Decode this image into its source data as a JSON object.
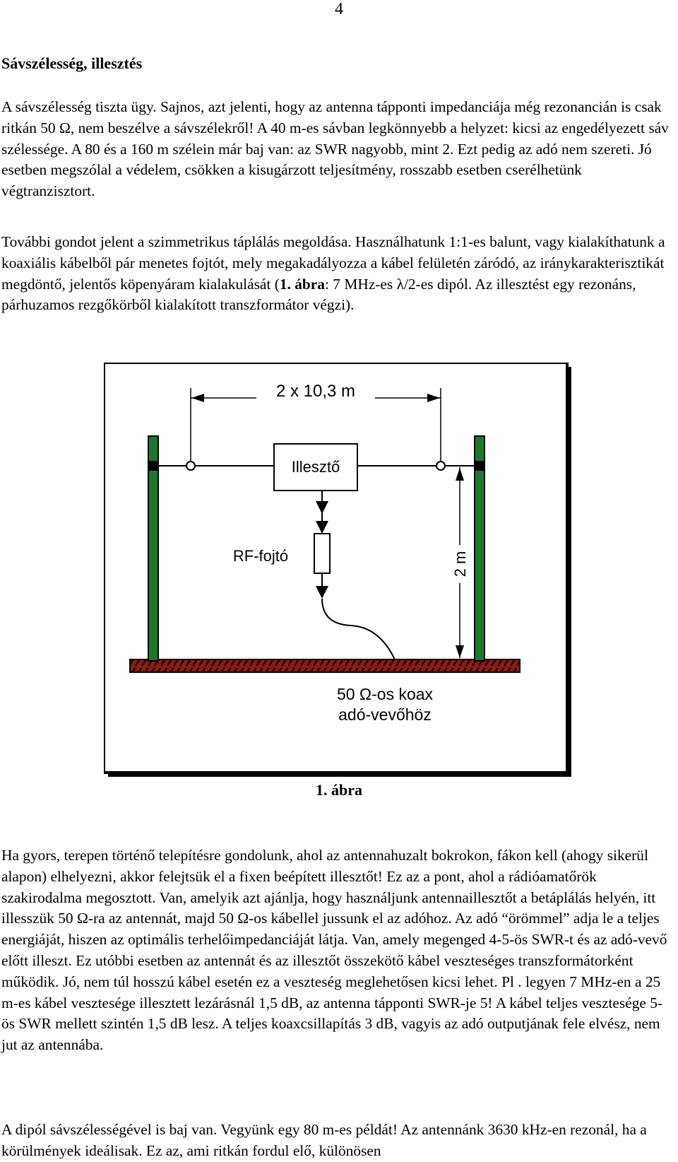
{
  "page_number": "4",
  "heading": "Sávszélesség, illesztés",
  "paragraph1": "A sávszélesség tiszta ügy. Sajnos, azt jelenti, hogy az antenna tápponti impedanciája még rezonancián is csak ritkán 50 Ω, nem beszélve a sávszélekről! A 40 m-es sávban legkönnyebb a helyzet: kicsi az engedélyezett sáv szélessége. A 80 és a 160 m szélein már baj van: az SWR nagyobb, mint 2. Ezt pedig az adó nem szereti. Jó esetben megszólal a védelem, csökken a kisugárzott teljesítmény, rosszabb esetben cserélhetünk végtranzisztort.",
  "paragraph2": {
    "part1": "További gondot jelent a szimmetrikus táplálás megoldása. Használhatunk 1:1-es balunt, vagy kialakíthatunk a koaxiális kábelből pár menetes fojtót, mely megakadályozza a kábel felületén záródó, az iránykarakterisztikát megdöntő, jelentős köpenyáram kialakulását (",
    "ref": "1. ábra",
    "part2": ": 7 MHz-es λ/2-es dipól. Az illesztést egy rezonáns, párhuzamos rezgőkörből kialakított transzformátor végzi)."
  },
  "figure": {
    "dimension_length": "2 x 10,3 m",
    "matcher_label": "Illesztő",
    "choke_label": "RF-fojtó",
    "height_label": "2 m",
    "coax_label_line1": "50 Ω-os koax",
    "coax_label_line2": "adó-vevőhöz",
    "mast_color": "#1a7a2a",
    "ground_color": "#8b1a10"
  },
  "caption": "1. ábra",
  "paragraph3": "Ha gyors, terepen történő telepítésre gondolunk, ahol az antennahuzalt bokrokon, fákon kell (ahogy sikerül alapon) elhelyezni, akkor felejtsük el a fixen beépített illesztőt! Ez az a pont, ahol a rádióamatőrök szakirodalma megosztott. Van, amelyik azt ajánlja, hogy használjunk antennaillesztőt a betáplálás helyén, itt illesszük 50 Ω-ra az antennát, majd 50 Ω-os kábellel jussunk el az adóhoz. Az adó “örömmel” adja le a teljes energiáját, hiszen az optimális terhelőimpedanciáját látja. Van, amely megenged 4-5-ös SWR-t és az adó-vevő előtt illeszt. Ez utóbbi esetben az antennát és az illesztőt összekötő kábel veszteséges transzformátorként működik. Jó, nem túl hosszú kábel esetén ez a veszteség meglehetősen kicsi lehet. Pl . legyen 7 MHz-en a 25 m-es kábel vesztesége illesztett lezárásnál 1,5 dB, az antenna tápponti SWR-je 5! A kábel teljes vesztesége 5-ös SWR mellett szintén 1,5 dB lesz. A teljes koaxcsillapítás 3 dB, vagyis az adó outputjának fele elvész, nem jut az antennába.",
  "paragraph4": "A dipól sávszélességével is baj van. Vegyünk egy 80 m-es példát! Az antennánk 3630 kHz-en rezonál, ha a körülmények ideálisak. Ez az, ami ritkán fordul elő, különösen"
}
